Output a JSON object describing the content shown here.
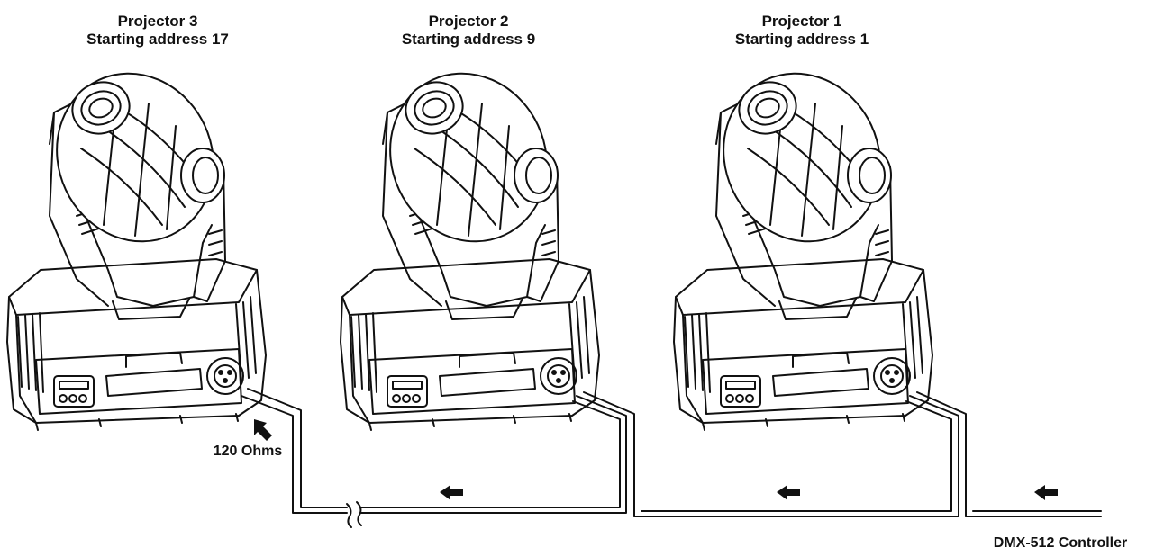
{
  "projectors": [
    {
      "name": "Projector 3",
      "address": "Starting address 17"
    },
    {
      "name": "Projector 2",
      "address": "Starting address 9"
    },
    {
      "name": "Projector 1",
      "address": "Starting address 1"
    }
  ],
  "terminator_label": "120 Ohms",
  "controller_label": "DMX-512 Controller",
  "colors": {
    "line": "#111111",
    "background": "#ffffff"
  },
  "icons": [
    "moving-head-fixture-icon",
    "flow-arrow-icon",
    "line-break-icon",
    "xlr-connector-icon"
  ]
}
